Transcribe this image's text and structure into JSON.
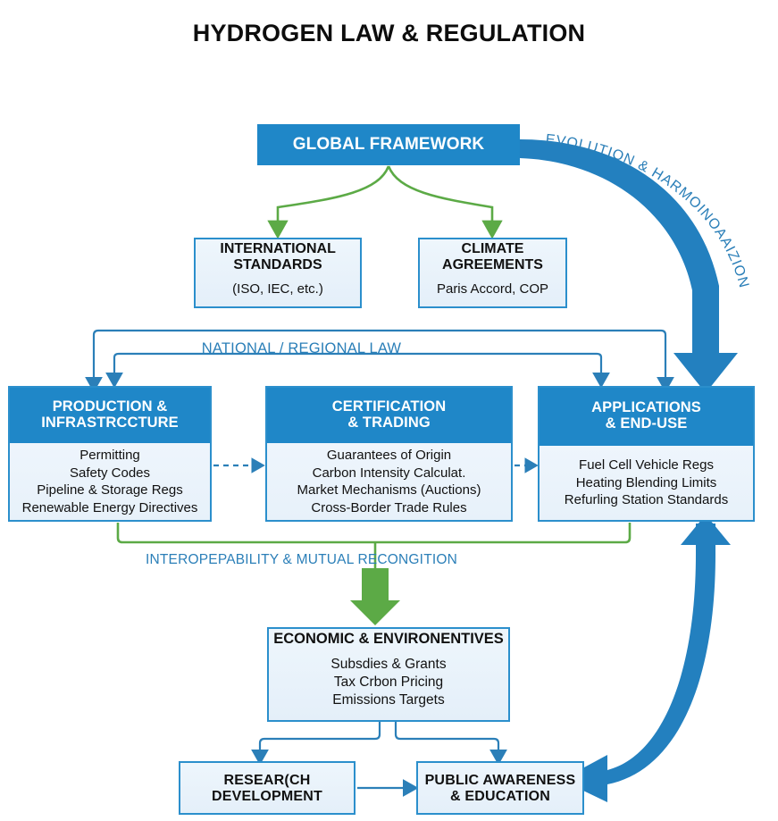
{
  "title": "HYDROGEN LAW & REGULATION",
  "colors": {
    "blue": "#1f87c8",
    "blue_border": "#2b8fcc",
    "light_fill": "#eaf3fb",
    "green": "#5caa46",
    "label_blue": "#2b7fb8",
    "text_dark": "#111111"
  },
  "nodes": {
    "global_framework": {
      "header": "GLOBAL FRAMEWORK"
    },
    "international_standards": {
      "title_line1": "INTERNATIONAL",
      "title_line2": "STANDARDS",
      "detail": "(ISO, IEC, etc.)"
    },
    "climate_agreements": {
      "title_line1": "CLIMATE",
      "title_line2": "AGREEMENTS",
      "detail": "Paris Accord, COP"
    },
    "production": {
      "header_line1": "PRODUCTION &",
      "header_line2": "INFRASTRCCTURE",
      "items": [
        "Permitting",
        "Safety Codes",
        "Pipeline & Storage Regs",
        "Renewable Energy Directives"
      ]
    },
    "certification": {
      "header_line1": "CERTIFICATION",
      "header_line2": "& TRADING",
      "items": [
        "Guarantees of Origin",
        "Carbon Intensity Calculat.",
        "Market Mechanisms (Auctions)",
        "Cross-Border Trade Rules"
      ]
    },
    "applications": {
      "header_line1": "APPLICATIONS",
      "header_line2": "& END-USE",
      "items": [
        "Fuel Cell Vehicle Regs",
        "Heating Blending Limits",
        "Refurling Station Standards"
      ]
    },
    "economic": {
      "title": "ECONOMIC & ENVIRONENTIVES",
      "items": [
        "Subsdies & Grants",
        "Tax Crbon Pricing",
        "Emissions Targets"
      ]
    },
    "research": {
      "title_line1": "RESEAR(CH",
      "title_line2": "DEVELOPMENT"
    },
    "public_awareness": {
      "title_line1": "PUBLIC AWARENESS",
      "title_line2": "& EDUCATION"
    }
  },
  "labels": {
    "national_regional_law": "NATIONAL / REGIONAL LAW",
    "interoperability": "INTEROPEPABILITY & MUTUAL RECONGITION",
    "evolution_arc": "EVOLUTION & HARMOINOAAIZION"
  }
}
